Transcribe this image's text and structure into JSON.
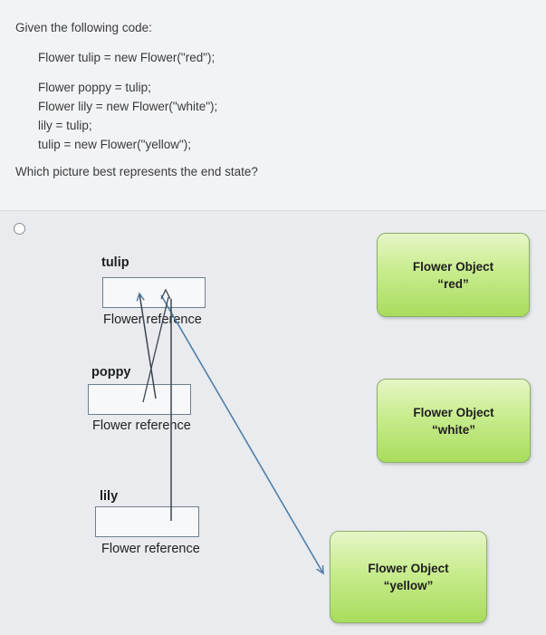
{
  "question": {
    "intro": "Given the following code:",
    "code_lines": [
      "Flower tulip = new Flower(\"red\");",
      "Flower poppy = tulip;",
      "Flower lily = new Flower(\"white\");",
      "lily = tulip;",
      "tulip = new Flower(\"yellow\");"
    ],
    "prompt": "Which picture best represents the end state?"
  },
  "diagram": {
    "variables": [
      {
        "name": "tulip",
        "ref_label": "Flower reference"
      },
      {
        "name": "poppy",
        "ref_label": "Flower reference"
      },
      {
        "name": "lily",
        "ref_label": "Flower reference"
      }
    ],
    "objects": [
      {
        "title": "Flower Object",
        "value": "“red”"
      },
      {
        "title": "Flower Object",
        "value": "“white”"
      },
      {
        "title": "Flower Object",
        "value": "“yellow”"
      }
    ],
    "colors": {
      "arrow": "#4f7ea8",
      "object_fill": "#b8e274",
      "object_border": "#8ab06a"
    }
  }
}
